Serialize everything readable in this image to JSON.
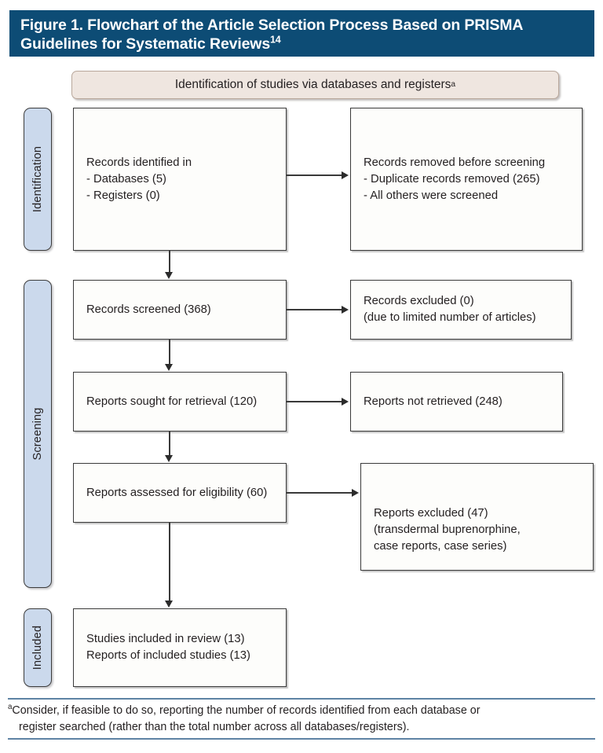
{
  "figure": {
    "title_line1": "Figure 1. Flowchart of the Article Selection Process Based on PRISMA",
    "title_line2": "Guidelines for Systematic Reviews",
    "title_superscript": "14",
    "header_color": "#0d4c75"
  },
  "identification_banner": {
    "label": "Identification of studies via databases and registers",
    "superscript": "a",
    "background": "#efe6e0",
    "border": "#b9a89c"
  },
  "side_tabs": [
    {
      "id": "identification",
      "label": "Identification",
      "color": "#cbd9ec"
    },
    {
      "id": "screening",
      "label": "Screening",
      "color": "#cbd9ec"
    },
    {
      "id": "included",
      "label": "Included",
      "color": "#cbd9ec"
    }
  ],
  "boxes": {
    "records_identified": "Records identified in\n- Databases (5)\n- Registers (0)",
    "records_removed": "Records removed before screening\n- Duplicate records removed (265)\n- All others were screened",
    "records_screened": "Records screened (368)",
    "records_excluded": "Records excluded (0)\n(due to limited number of articles)",
    "reports_sought": "Reports sought for retrieval (120)",
    "reports_not_retrieved": "Reports not retrieved (248)",
    "reports_assessed": "Reports assessed for eligibility (60)",
    "reports_excluded": "Reports excluded (47)\n(transdermal buprenorphine,\ncase reports, case series)",
    "included_studies": "Studies included in review (13)\nReports of included studies (13)"
  },
  "chart_data": {
    "type": "diagram",
    "title": "Figure 1. Flowchart of the Article Selection Process Based on PRISMA Guidelines for Systematic Reviews",
    "stages": [
      {
        "phase": "Identification",
        "node": "Records identified in",
        "counts": {
          "Databases": 5,
          "Registers": 0
        },
        "excluded_node": "Records removed before screening",
        "excluded_counts": {
          "Duplicate records removed": 265,
          "All others were screened": null
        }
      },
      {
        "phase": "Screening",
        "node": "Records screened",
        "count": 368,
        "excluded_node": "Records excluded",
        "excluded_count": 0,
        "excluded_reason": "due to limited number of articles"
      },
      {
        "phase": "Screening",
        "node": "Reports sought for retrieval",
        "count": 120,
        "excluded_node": "Reports not retrieved",
        "excluded_count": 248
      },
      {
        "phase": "Screening",
        "node": "Reports assessed for eligibility",
        "count": 60,
        "excluded_node": "Reports excluded",
        "excluded_count": 47,
        "excluded_reason": "transdermal buprenorphine, case reports, case series"
      },
      {
        "phase": "Included",
        "node": "Studies included in review",
        "count": 13,
        "node2": "Reports of included studies",
        "count2": 13
      }
    ]
  },
  "footnote": {
    "marker": "a",
    "line1": "Consider, if feasible to do so, reporting the number of records identified from each database or",
    "line2": "register searched (rather than the total number across all databases/registers).",
    "rule_color": "#5e83a4"
  }
}
